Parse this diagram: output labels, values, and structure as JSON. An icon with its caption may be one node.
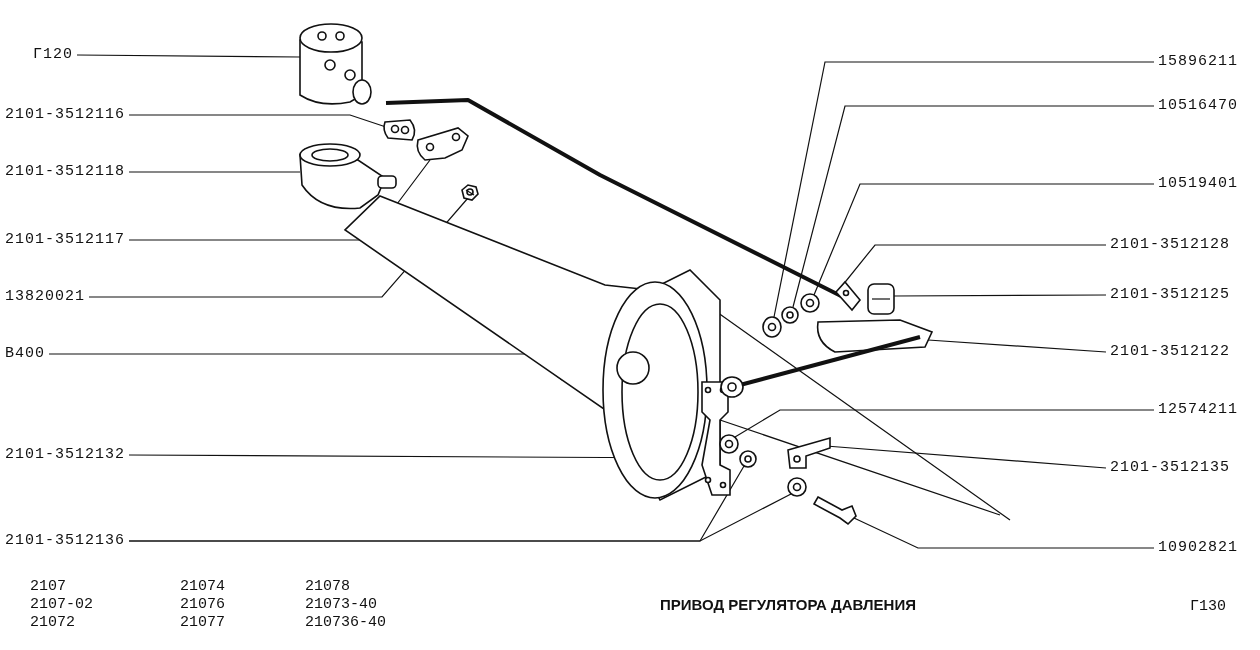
{
  "diagram": {
    "title": "ПРИВОД РЕГУЛЯТОРА ДАВЛЕНИЯ",
    "nodes": [
      {
        "text": [
          "Г120"
        ]
      },
      {
        "text": [
          "2101-3512116"
        ]
      },
      {
        "text": [
          "2101-3512118"
        ]
      },
      {
        "text": [
          "2101-3512117"
        ]
      },
      {
        "text": [
          "13820021"
        ]
      },
      {
        "text": [
          "В400"
        ]
      },
      {
        "text": [
          "2101-3512132"
        ]
      },
      {
        "text": [
          "2101-3512136"
        ]
      },
      {
        "text": [
          "15896211"
        ]
      },
      {
        "text": [
          "10516470"
        ]
      },
      {
        "text": [
          "10519401"
        ]
      },
      {
        "text": [
          "2101-3512128"
        ]
      },
      {
        "text": [
          "2101-3512125"
        ]
      },
      {
        "text": [
          "2101-3512122"
        ]
      },
      {
        "text": [
          "12574211"
        ]
      },
      {
        "text": [
          "2101-3512135"
        ]
      },
      {
        "text": [
          "10902821"
        ]
      },
      {
        "text": [],
        "shape": "picture"
      },
      {
        "text": [],
        "shape": "picture"
      },
      {
        "text": [],
        "shape": "picture"
      },
      {
        "text": [],
        "shape": "picture"
      },
      {
        "text": [],
        "shape": "picture"
      },
      {
        "text": [],
        "shape": "picture"
      },
      {
        "text": [],
        "shape": "picture"
      },
      {
        "text": [],
        "shape": "picture"
      },
      {
        "text": [],
        "shape": "picture"
      },
      {
        "text": [],
        "shape": "picture"
      },
      {
        "text": [],
        "shape": "picture"
      },
      {
        "text": [],
        "shape": "picture"
      },
      {
        "text": [],
        "shape": "picture"
      },
      {
        "text": [],
        "shape": "picture"
      },
      {
        "text": [],
        "shape": "picture"
      },
      {
        "text": [],
        "shape": "picture"
      },
      {
        "text": [],
        "shape": "picture"
      },
      {
        "text": [],
        "shape": "picture"
      }
    ],
    "edges": [
      {
        "from": 0,
        "to": 17,
        "arrow": "none"
      },
      {
        "from": 1,
        "to": 18,
        "arrow": "none"
      },
      {
        "from": 2,
        "to": 19,
        "arrow": "none"
      },
      {
        "from": 3,
        "to": 20,
        "arrow": "none"
      },
      {
        "from": 4,
        "to": 21,
        "arrow": "none"
      },
      {
        "from": 5,
        "to": 22,
        "arrow": "none"
      },
      {
        "from": 6,
        "to": 23,
        "arrow": "none"
      },
      {
        "from": 7,
        "to": 24,
        "arrow": "none"
      },
      {
        "from": 7,
        "to": 25,
        "arrow": "none"
      },
      {
        "from": 8,
        "to": 26,
        "arrow": "none"
      },
      {
        "from": 9,
        "to": 27,
        "arrow": "none"
      },
      {
        "from": 10,
        "to": 28,
        "arrow": "none"
      },
      {
        "from": 11,
        "to": 29,
        "arrow": "none"
      },
      {
        "from": 12,
        "to": 30,
        "arrow": "none"
      },
      {
        "from": 13,
        "to": 31,
        "arrow": "none"
      },
      {
        "from": 14,
        "to": 32,
        "arrow": "none"
      },
      {
        "from": 15,
        "to": 33,
        "arrow": "none"
      },
      {
        "from": 16,
        "to": 34,
        "arrow": "none"
      }
    ],
    "labels": [
      "2107",
      "21074",
      "21078",
      "2107-02",
      "21076",
      "21073-40",
      "21072",
      "21077",
      "210736-40",
      "Г130"
    ]
  }
}
